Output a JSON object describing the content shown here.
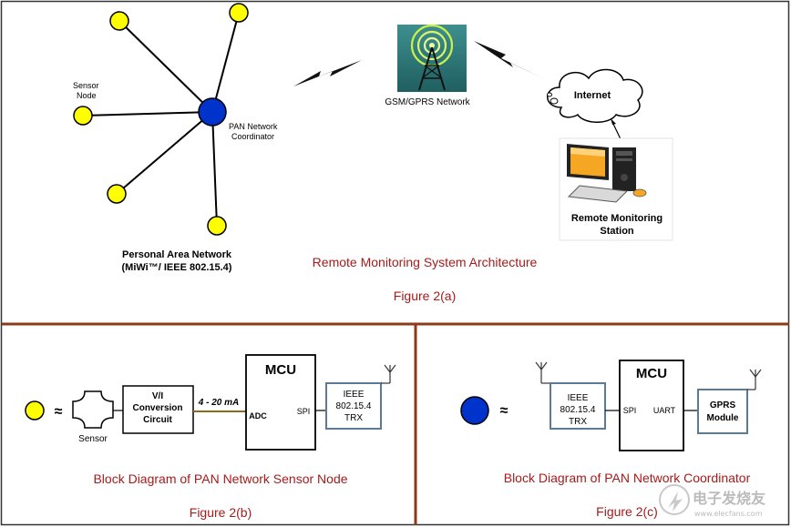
{
  "top": {
    "sensor_node_label_1": "Sensor",
    "sensor_node_label_2": "Node",
    "pan_coord_label_1": "PAN Network",
    "pan_coord_label_2": "Coordinator",
    "pan_title_1": "Personal Area Network",
    "pan_title_2": "(MiWi™/ IEEE 802.15.4)",
    "gsm_label": "GSM/GPRS Network",
    "internet_label": "Internet",
    "station_label_1": "Remote Monitoring",
    "station_label_2": "Station",
    "caption": "Remote Monitoring System Architecture",
    "figure": "Figure 2(a)"
  },
  "left": {
    "approx": "≈",
    "sensor_label": "Sensor",
    "vi_1": "V/I",
    "vi_2": "Conversion",
    "vi_3": "Circuit",
    "current": "4 - 20 mA",
    "mcu": "MCU",
    "adc": "ADC",
    "spi": "SPI",
    "trx_1": "IEEE",
    "trx_2": "802.15.4",
    "trx_3": "TRX",
    "caption": "Block Diagram of PAN Network Sensor Node",
    "figure": "Figure 2(b)"
  },
  "right": {
    "approx": "≈",
    "trx_1": "IEEE",
    "trx_2": "802.15.4",
    "trx_3": "TRX",
    "mcu": "MCU",
    "spi": "SPI",
    "uart": "UART",
    "gprs_1": "GPRS",
    "gprs_2": "Module",
    "caption": "Block Diagram of PAN Network Coordinator",
    "figure": "Figure 2(c)"
  },
  "watermark": {
    "text": "电子发烧友",
    "url": "www.elecfans.com"
  },
  "colors": {
    "sensor_node": "#ffff00",
    "coordinator": "#0033cc",
    "caption": "#a61b1b",
    "divider": "#8b3a1a"
  }
}
